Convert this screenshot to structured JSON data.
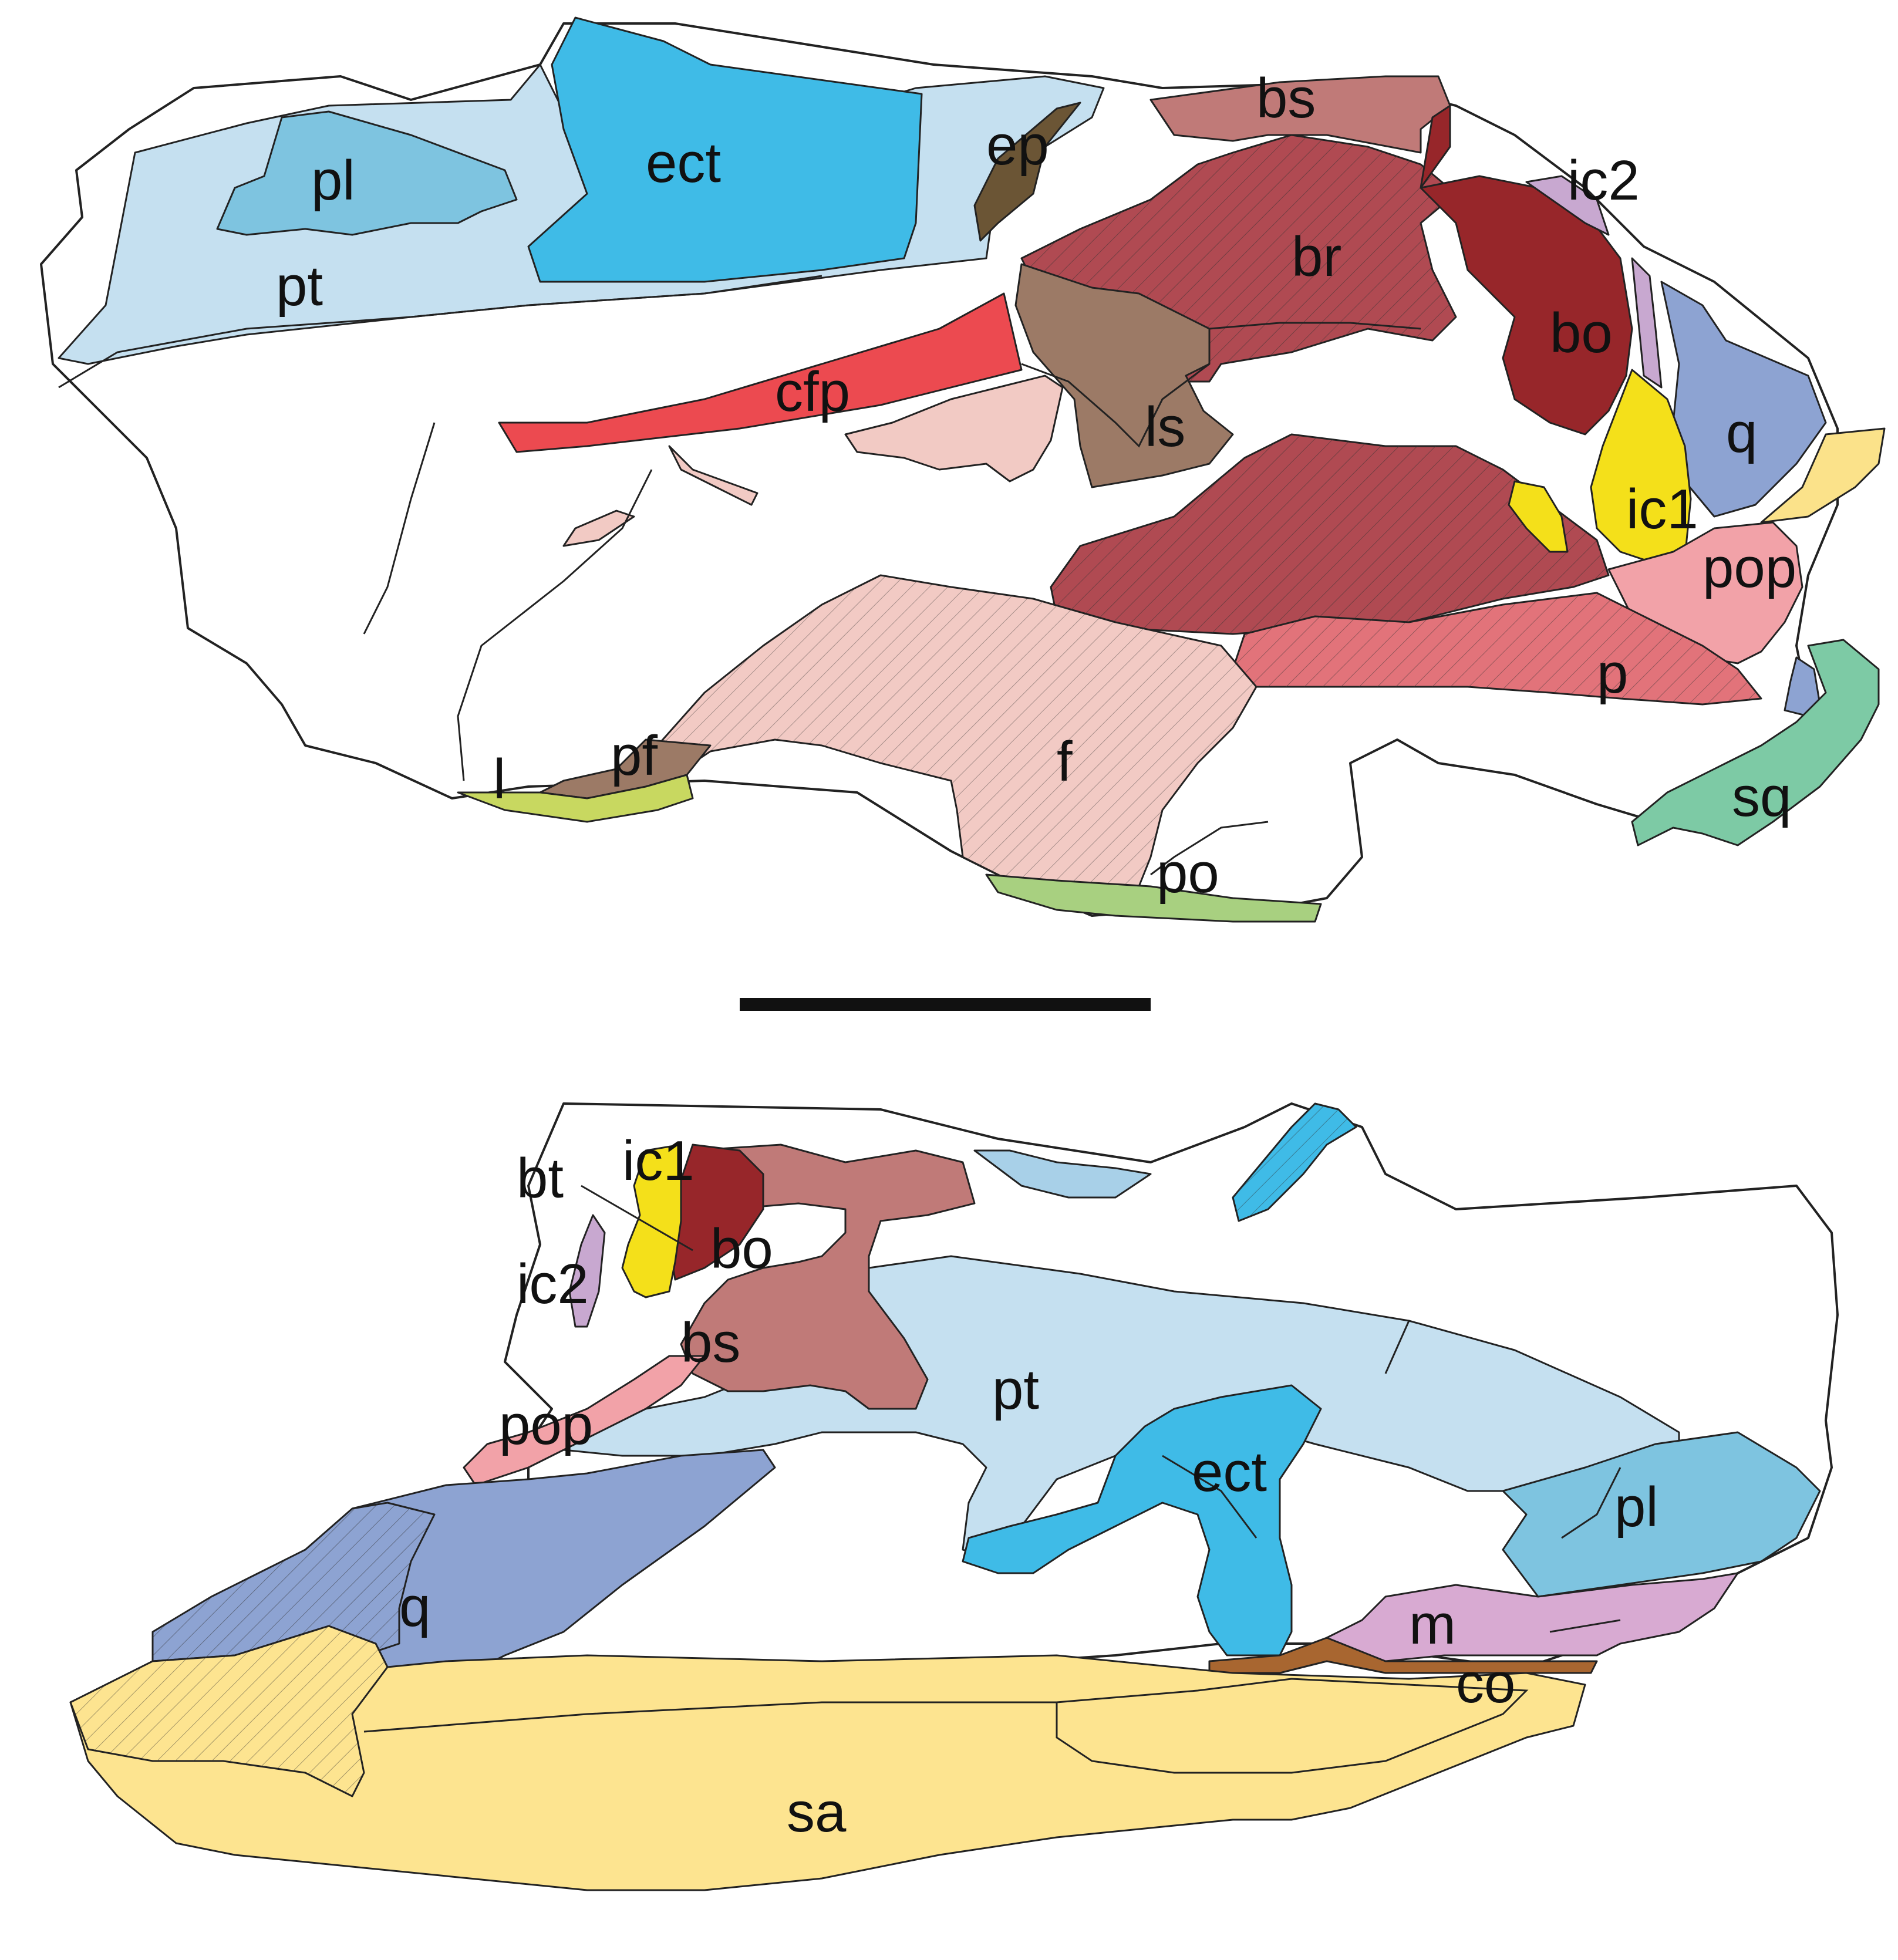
{
  "upper_panel": {
    "labels": {
      "pl": "pl",
      "pt": "pt",
      "ect": "ect",
      "ep": "ep",
      "bs": "bs",
      "ic2": "ic2",
      "br": "br",
      "bo": "bo",
      "q": "q",
      "cfp": "cfp",
      "ls": "ls",
      "ic1": "ic1",
      "pop": "pop",
      "p": "p",
      "sq": "sq",
      "f": "f",
      "pf": "pf",
      "l": "l",
      "po": "po"
    }
  },
  "lower_panel": {
    "labels": {
      "bt": "bt",
      "ic1": "ic1",
      "bo": "bo",
      "ic2": "ic2",
      "bs": "bs",
      "pt": "pt",
      "pop": "pop",
      "ect": "ect",
      "pl": "pl",
      "q": "q",
      "m": "m",
      "co": "co",
      "sa": "sa"
    }
  },
  "scale_bar": {
    "label": ""
  },
  "colors": {
    "matrix": "#eeeeee",
    "pterygoid": "#c5e0f0",
    "palatine": "#7ec4e0",
    "ectopterygoid": "#3fbbe7",
    "epipterygoid": "#6b5535",
    "basisphenoid": "#c07a78",
    "basioccipital": "#97262a",
    "braincase": "#b04a52",
    "intercalar2": "#c8a8d0",
    "intercalar1": "#f4e01a",
    "quadrate": "#8da3d2",
    "quadratojugal": "#fbe28a",
    "cfp": "#ec4a50",
    "laterosphenoid": "#9c7a66",
    "prootic_pop": "#f2a2a8",
    "parietal": "#e2737a",
    "squamosal": "#7dcaa5",
    "frontal": "#f2cac4",
    "prefrontal": "#9c7a66",
    "lacrimal": "#c8d860",
    "postorbital": "#a8d080",
    "surangular": "#fde490",
    "mandibular": "#d8aad2",
    "coronoid": "#a86630"
  }
}
